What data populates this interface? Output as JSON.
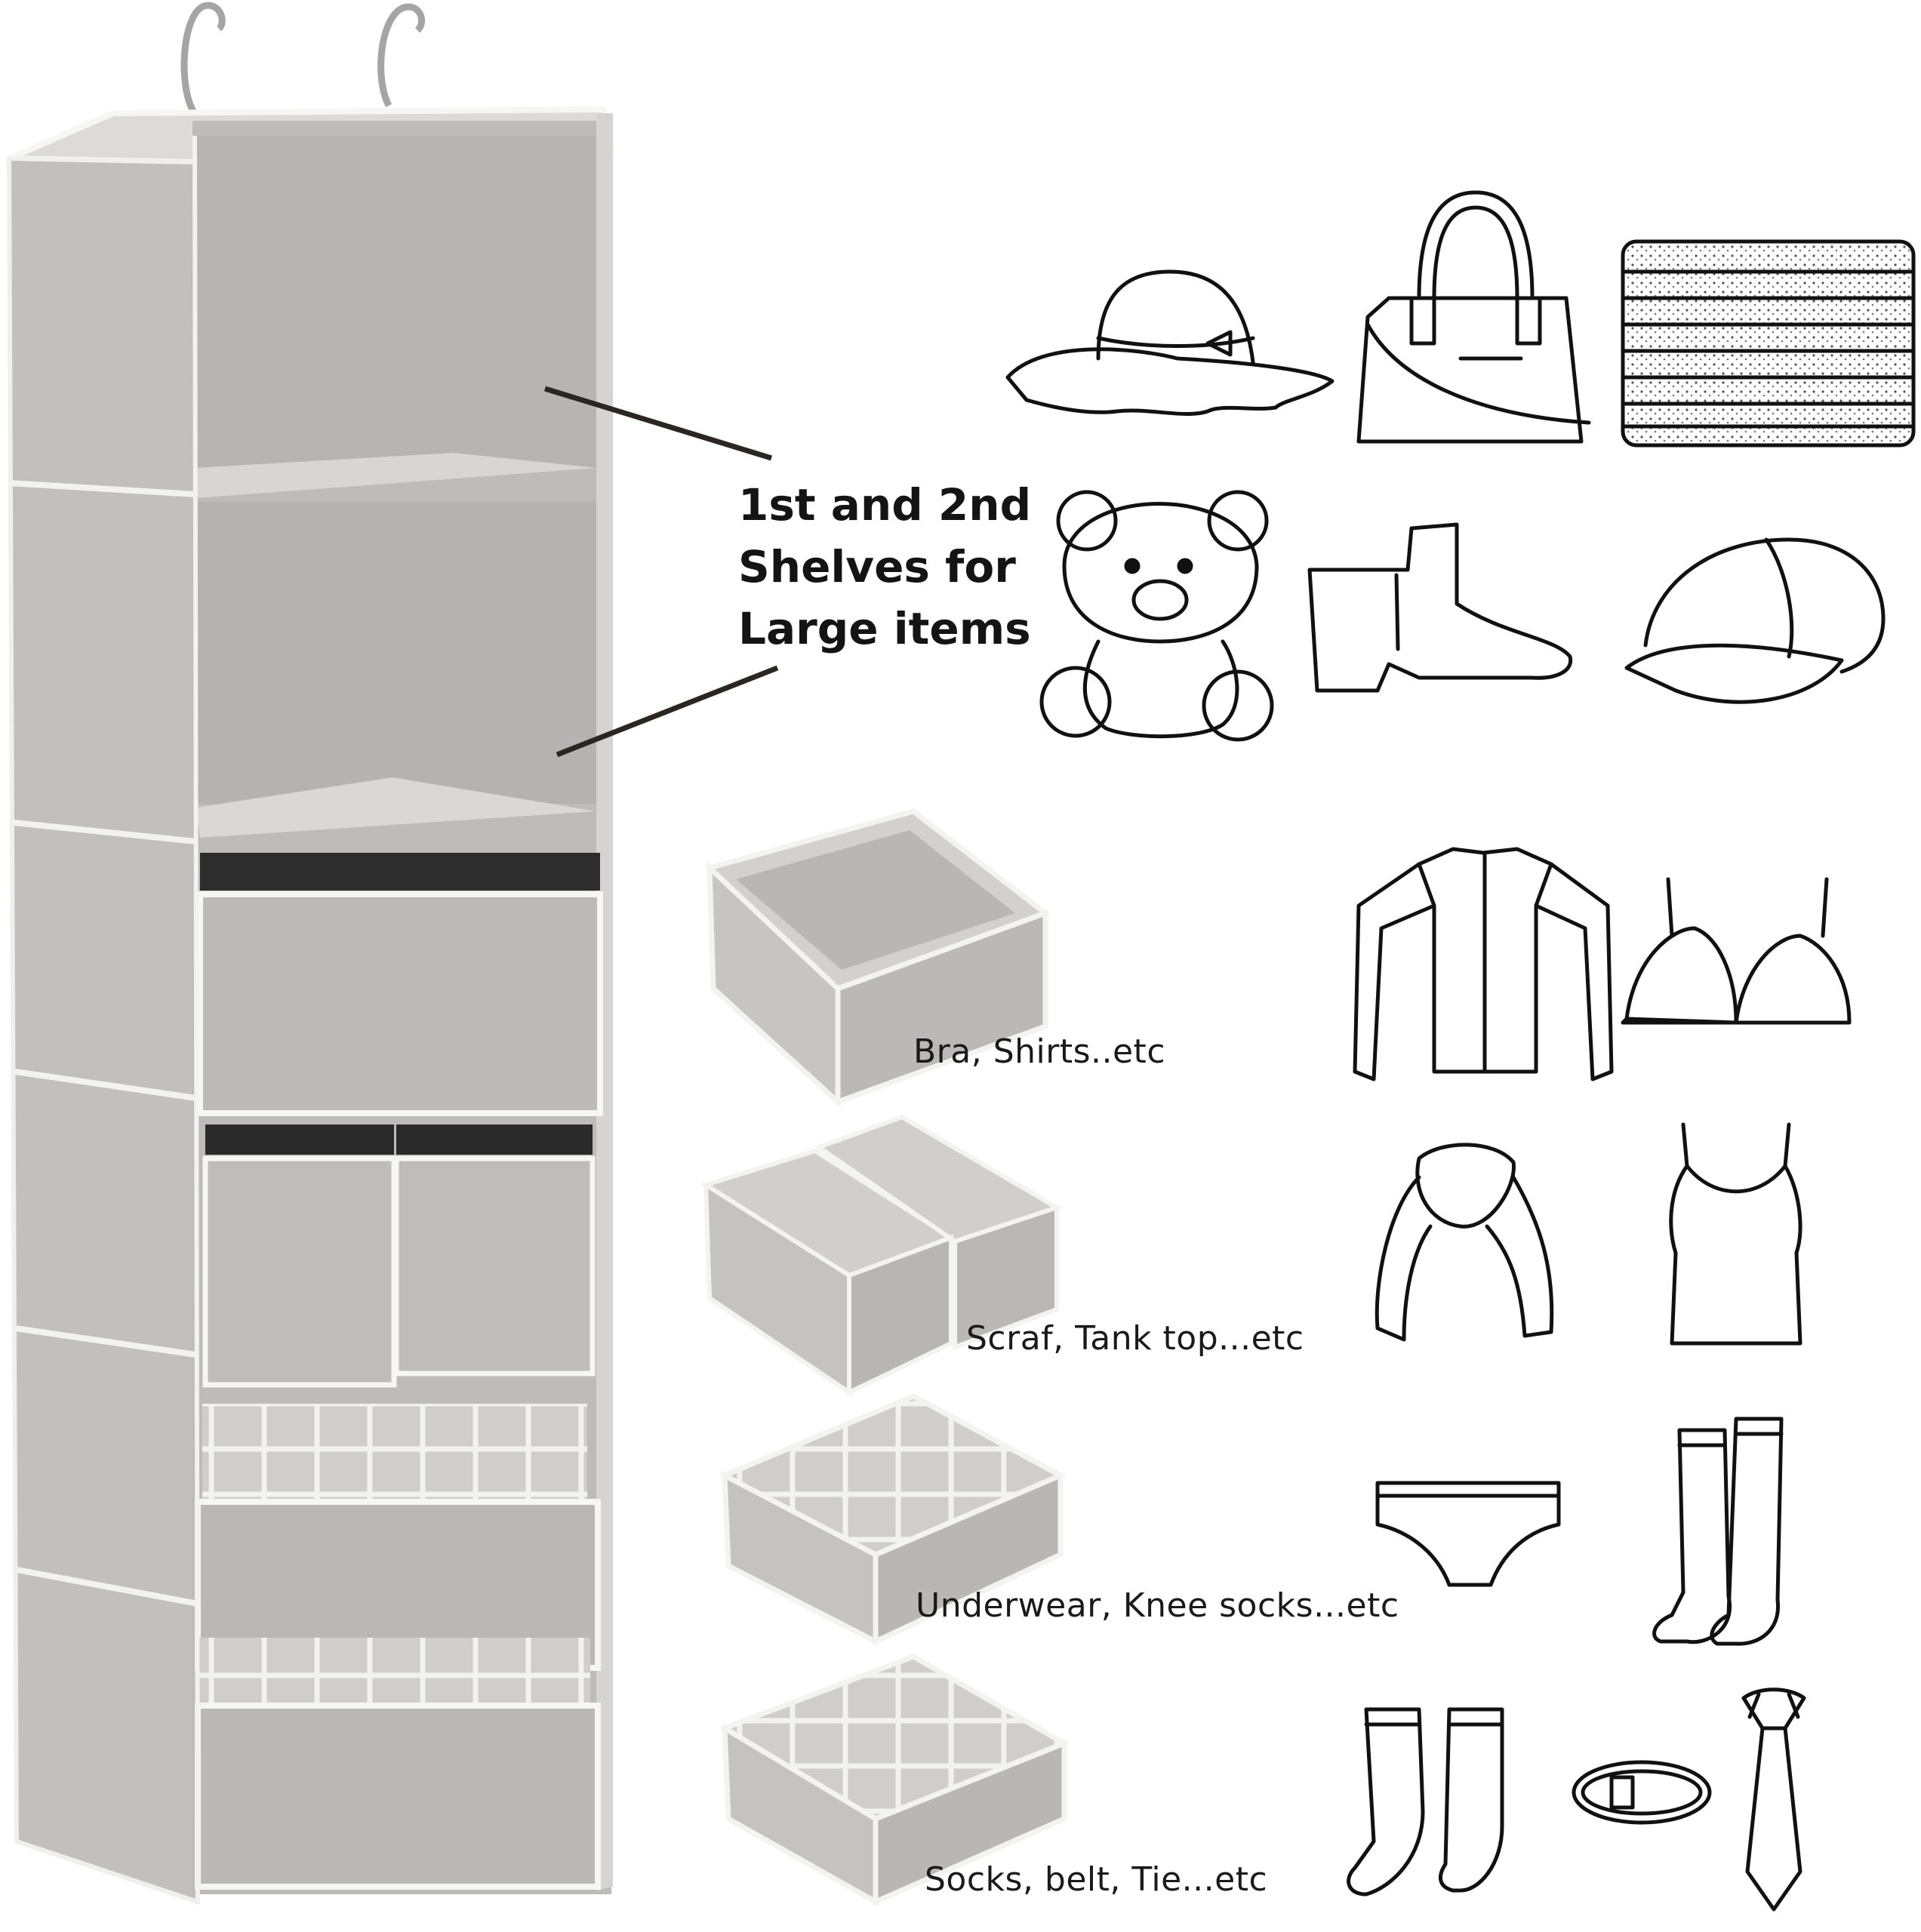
{
  "headline": {
    "line1": "1st and 2nd",
    "line2": "Shelves for",
    "line3": "Large items"
  },
  "captions": {
    "row1": "Bra, Shirts..etc",
    "row2": "Scraf, Tank top...etc",
    "row3": "Underwear, Knee socks...etc",
    "row4": "Socks, belt, Tie...etc"
  },
  "colors": {
    "fabric": "#c9c8c6",
    "fabric_dark": "#a9a8a5",
    "fabric_shadow": "#8f8e8b",
    "trim": "#f4f4f2",
    "line": "#2b2622"
  },
  "icons": [
    "hat-icon",
    "handbag-icon",
    "folded-clothes-icon",
    "teddy-bear-icon",
    "boot-icon",
    "cap-icon",
    "shirt-icon",
    "bra-icon",
    "scarf-icon",
    "tank-top-icon",
    "underwear-icon",
    "knee-socks-icon",
    "socks-icon",
    "belt-icon",
    "tie-icon"
  ]
}
